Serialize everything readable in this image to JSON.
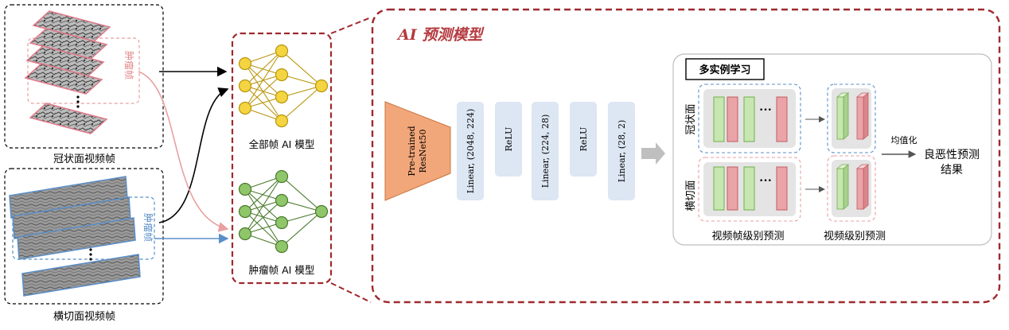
{
  "left_panel": {
    "coronal_caption": "冠状面视频帧",
    "transverse_caption": "横切面视频帧",
    "coronal_tumor_label": "肿瘤帧",
    "transverse_tumor_label": "肿瘤帧"
  },
  "models": {
    "full_frame_label": "全部帧 AI 模型",
    "tumor_frame_label": "肿瘤帧 AI 模型"
  },
  "pipeline": {
    "title": "AI 预测模型",
    "backbone_label_line1": "Pre-trained",
    "backbone_label_line2": "ResNet50",
    "layers": [
      "Linear, (2048, 224)",
      "ReLU",
      "Linear, (224, 28)",
      "ReLU",
      "Linear, (28, 2)"
    ]
  },
  "mil": {
    "title": "多实例学习",
    "coronal_label": "冠状面",
    "transverse_label": "横切面",
    "ellipsis": "•••",
    "frame_level_caption": "视频帧级别预测",
    "video_level_caption": "视频级别预测",
    "averaging_label": "均值化",
    "result_line1": "良恶性预测",
    "result_line2": "结果"
  },
  "colors": {
    "dark_red": "#9e2a2f",
    "coronal_arrow": "#e8a0a0",
    "transverse_arrow": "#5b8fc8",
    "yellow_node": "#f5d442",
    "yellow_stroke": "#b8960c",
    "green_node": "#8fc66a",
    "green_stroke": "#4a7a2c",
    "orange_backbone": "#f2a77a",
    "layer_blue": "#dde6f3",
    "bar_green": "#c8e6b0",
    "bar_red": "#eaa4a8"
  }
}
